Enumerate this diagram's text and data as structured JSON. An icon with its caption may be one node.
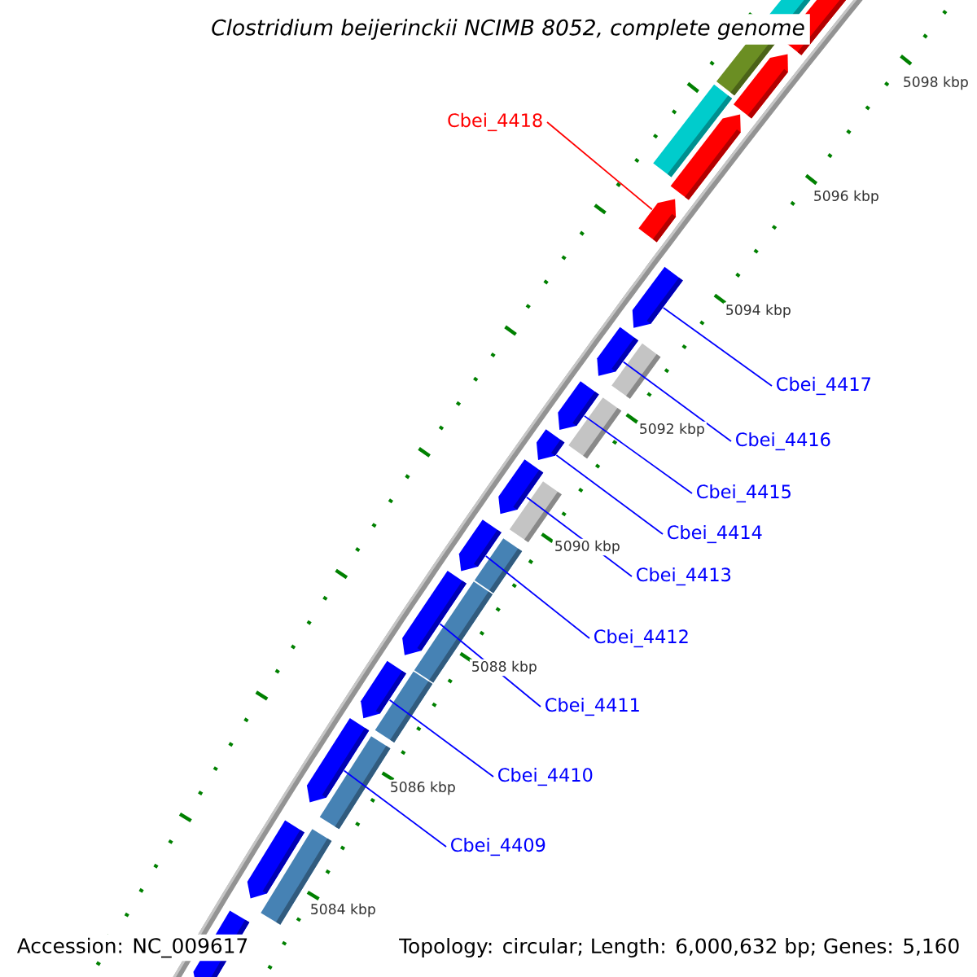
{
  "diagram": {
    "title": "Clostridium beijerinckii NCIMB 8052, complete genome",
    "nodes": [
      {
        "text": [
          "Cbei_4418"
        ]
      },
      {
        "text": [],
        "shape": "arrow"
      },
      {
        "text": [
          "Cbei_4417"
        ]
      },
      {
        "text": [],
        "shape": "arrow"
      },
      {
        "text": [
          "Cbei_4416"
        ]
      },
      {
        "text": [],
        "shape": "arrow"
      },
      {
        "text": [
          "Cbei_4415"
        ]
      },
      {
        "text": [],
        "shape": "arrow"
      },
      {
        "text": [
          "Cbei_4414"
        ]
      },
      {
        "text": [],
        "shape": "arrow"
      },
      {
        "text": [
          "Cbei_4413"
        ]
      },
      {
        "text": [],
        "shape": "arrow"
      },
      {
        "text": [
          "Cbei_4412"
        ]
      },
      {
        "text": [],
        "shape": "arrow"
      },
      {
        "text": [
          "Cbei_4411"
        ]
      },
      {
        "text": [],
        "shape": "arrow"
      },
      {
        "text": [
          "Cbei_4410"
        ]
      },
      {
        "text": [],
        "shape": "arrow"
      },
      {
        "text": [
          "Cbei_4409"
        ]
      },
      {
        "text": [],
        "shape": "arrow"
      },
      {
        "text": [],
        "shape": "arrow"
      },
      {
        "text": [],
        "shape": "arrow"
      },
      {
        "text": [],
        "shape": "arrow"
      },
      {
        "text": [],
        "shape": "arrow"
      }
    ],
    "edges": [
      {
        "from": 0,
        "to": 1,
        "arrow": "none",
        "color": "#ff0000"
      },
      {
        "from": 2,
        "to": 3,
        "arrow": "none"
      },
      {
        "from": 4,
        "to": 5,
        "arrow": "none"
      },
      {
        "from": 6,
        "to": 7,
        "arrow": "none"
      },
      {
        "from": 8,
        "to": 9,
        "arrow": "none"
      },
      {
        "from": 10,
        "to": 11,
        "arrow": "none"
      },
      {
        "from": 12,
        "to": 13,
        "arrow": "none"
      },
      {
        "from": 14,
        "to": 15,
        "arrow": "none"
      },
      {
        "from": 16,
        "to": 17,
        "arrow": "none"
      },
      {
        "from": 18,
        "to": 19,
        "arrow": "none"
      }
    ],
    "labels": [
      "5098 kbp",
      "5096 kbp",
      "5094 kbp",
      "5092 kbp",
      "5090 kbp",
      "5088 kbp",
      "5086 kbp",
      "5084 kbp",
      "Accession: NC_009617",
      "Topology: circular; Length: 6,000,632 bp; Genes: 5,160"
    ]
  }
}
